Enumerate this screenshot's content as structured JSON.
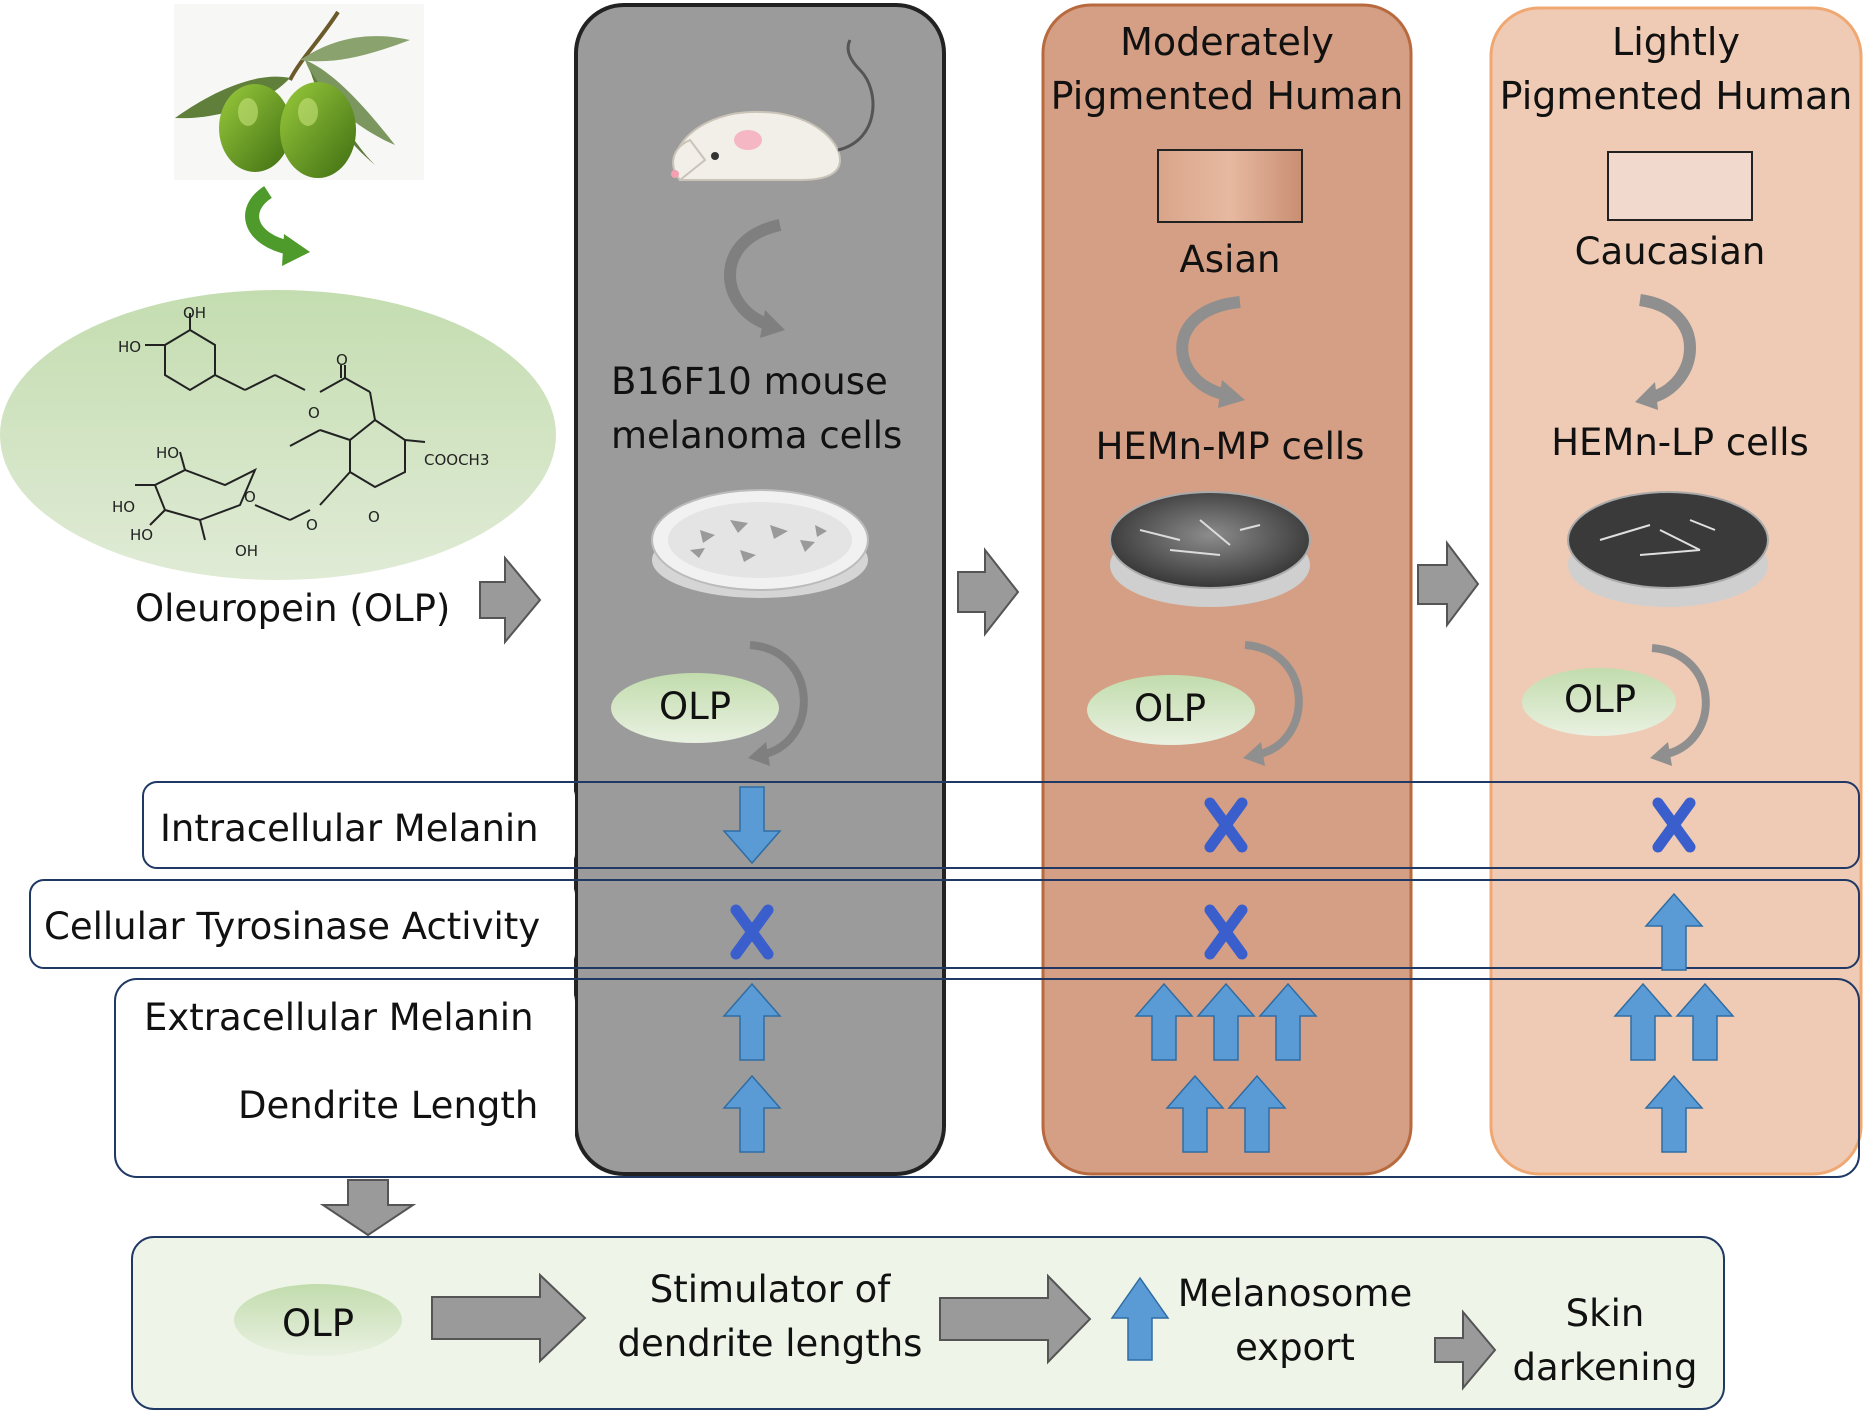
{
  "compound": {
    "name": "Oleuropein (OLP)",
    "structure_labels": {
      "oh_top": "OH",
      "ho_left": "HO",
      "ester_o": "O",
      "ring_o_keto": "O",
      "cooch3": "COOCH3",
      "ho_sugar_top": "HO",
      "ho_sugar_left": "HO",
      "ho_sugar_lower": "HO",
      "oh_sugar_bottom": "OH",
      "glyco_o": "O",
      "pyran_o": "O",
      "sugar_ring_o": "O"
    }
  },
  "columns": [
    {
      "title": "B16F10 mouse melanoma cells",
      "title_lines": [
        "B16F10 mouse",
        "melanoma cells"
      ],
      "treatment": "OLP",
      "color": "#9b9b9b"
    },
    {
      "header_lines": [
        "Moderately",
        "Pigmented Human"
      ],
      "skin_type": "Asian",
      "cells": "HEMn-MP cells",
      "treatment": "OLP",
      "color": "#d49f84"
    },
    {
      "header_lines": [
        "Lightly",
        "Pigmented Human"
      ],
      "skin_type": "Caucasian",
      "cells": "HEMn-LP cells",
      "treatment": "OLP",
      "color": "#efcbb5"
    }
  ],
  "rows": [
    {
      "label": "Intracellular Melanin",
      "effects": [
        "down",
        "none",
        "none"
      ]
    },
    {
      "label": "Cellular Tyrosinase Activity",
      "effects": [
        "none",
        "none",
        "up"
      ]
    },
    {
      "label": "Extracellular Melanin",
      "effects": [
        1,
        3,
        2
      ]
    },
    {
      "label": "Dendrite Length",
      "effects": [
        1,
        2,
        1
      ]
    }
  ],
  "pathway": {
    "start": "OLP",
    "step1_lines": [
      "Stimulator of",
      "dendrite lengths"
    ],
    "step2_lines": [
      "Melanosome",
      "export"
    ],
    "step3_lines": [
      "Skin",
      "darkening"
    ]
  },
  "colors": {
    "arrow_blue": "#5b9bd5",
    "x_blue": "#3a5fcd",
    "gray_arrow": "#9a9a9a",
    "olp_green": "#c9dfb6",
    "pathway_bg": "#eef5e8",
    "olive": "#5a8a1f"
  }
}
